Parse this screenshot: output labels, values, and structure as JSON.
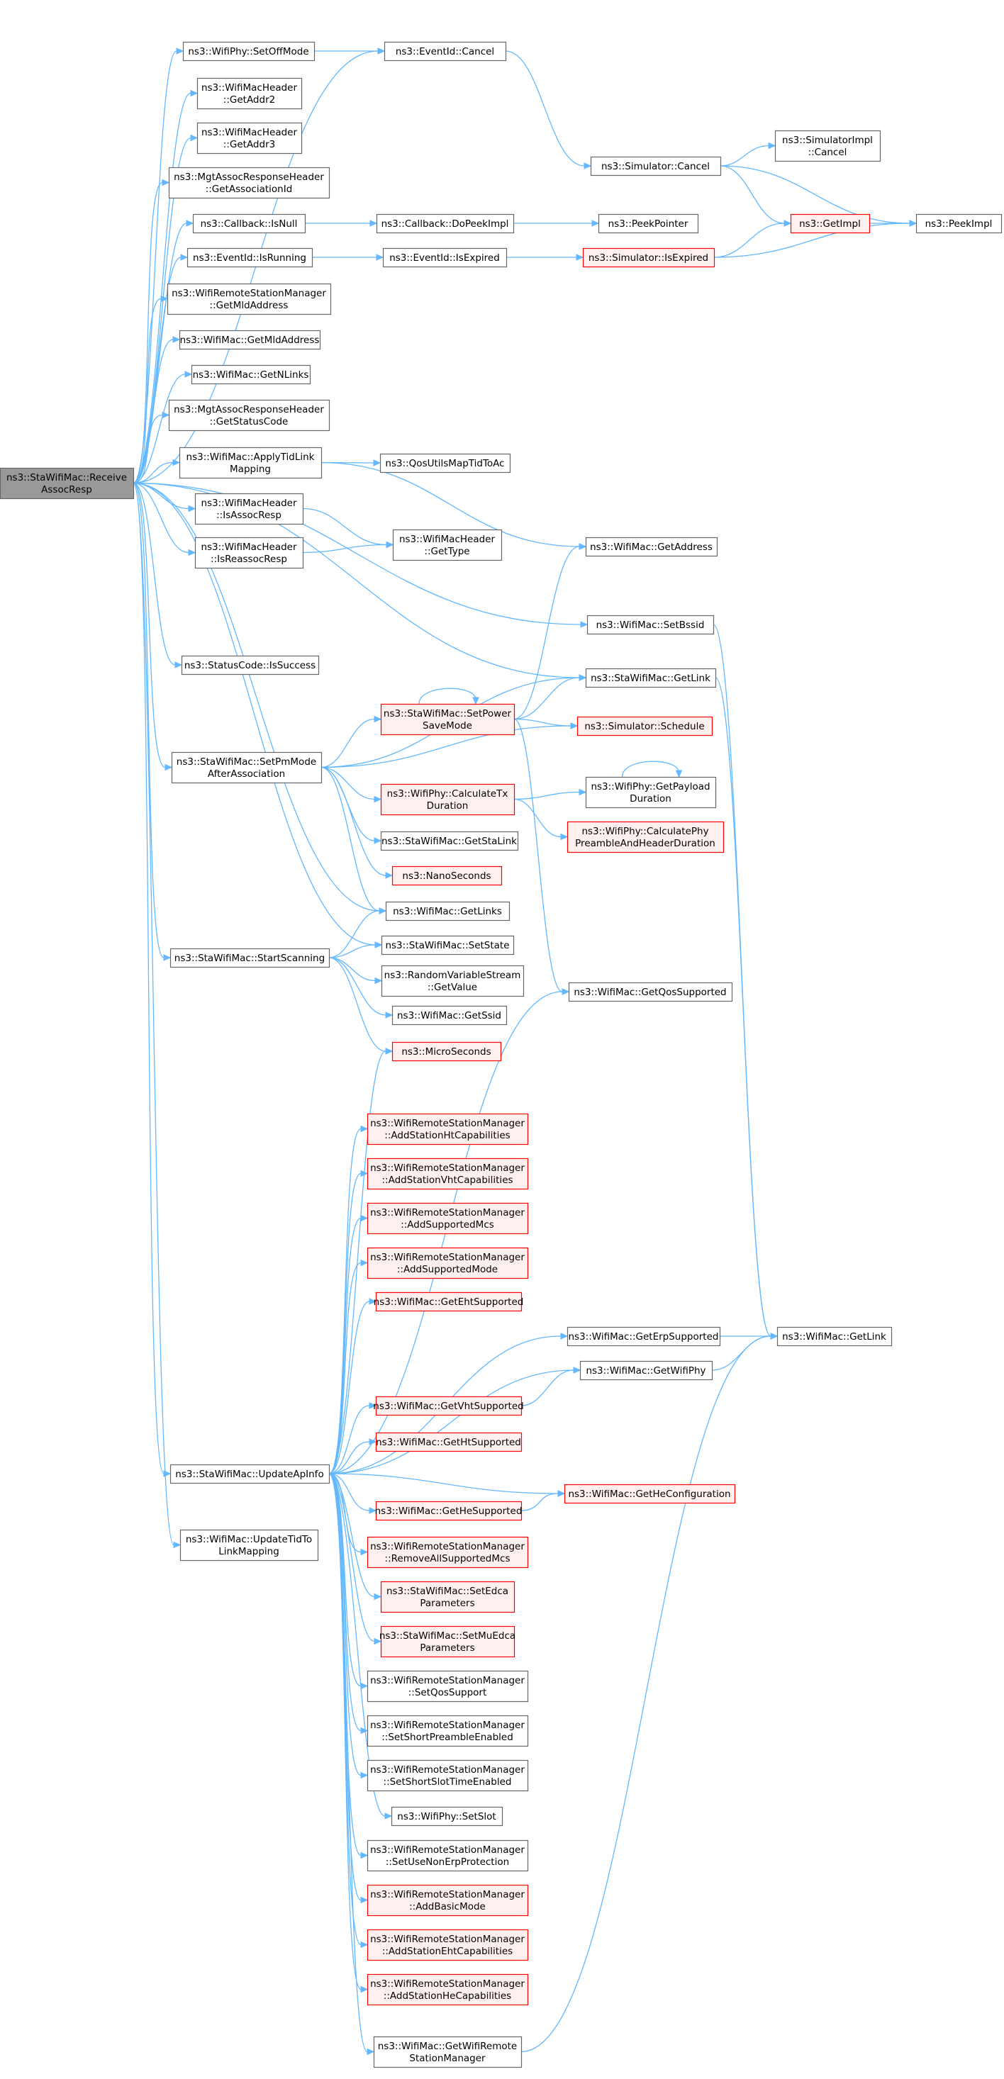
{
  "colors": {
    "edge": "#63b8ff",
    "root_fill": "#999999",
    "root_border": "#666666",
    "normal_fill": "#ffffff",
    "normal_border": "#666666",
    "truncated_fill": "#fff0f0",
    "truncated_border": "#ff0000"
  },
  "nodes": [
    {
      "id": "root",
      "lines": [
        "ns3::StaWifiMac::Receive",
        "AssocResp"
      ],
      "style": "root"
    },
    {
      "id": "phy_setoffmode",
      "lines": [
        "ns3::WifiPhy::SetOffMode"
      ],
      "style": "normal"
    },
    {
      "id": "eventid_cancel",
      "lines": [
        "ns3::EventId::Cancel"
      ],
      "style": "normal"
    },
    {
      "id": "getaddr2",
      "lines": [
        "ns3::WifiMacHeader",
        "::GetAddr2"
      ],
      "style": "normal"
    },
    {
      "id": "getaddr3",
      "lines": [
        "ns3::WifiMacHeader",
        "::GetAddr3"
      ],
      "style": "normal"
    },
    {
      "id": "sim_cancel",
      "lines": [
        "ns3::Simulator::Cancel"
      ],
      "style": "normal"
    },
    {
      "id": "simimpl_cancel",
      "lines": [
        "ns3::SimulatorImpl",
        "::Cancel"
      ],
      "style": "normal"
    },
    {
      "id": "getassocid",
      "lines": [
        "ns3::MgtAssocResponseHeader",
        "::GetAssociationId"
      ],
      "style": "normal"
    },
    {
      "id": "getimpl",
      "lines": [
        "ns3::GetImpl"
      ],
      "style": "truncated"
    },
    {
      "id": "peekimpl",
      "lines": [
        "ns3::PeekImpl"
      ],
      "style": "normal"
    },
    {
      "id": "cb_isnull",
      "lines": [
        "ns3::Callback::IsNull"
      ],
      "style": "normal"
    },
    {
      "id": "cb_dopeekimpl",
      "lines": [
        "ns3::Callback::DoPeekImpl"
      ],
      "style": "normal"
    },
    {
      "id": "peekpointer",
      "lines": [
        "ns3::PeekPointer"
      ],
      "style": "normal"
    },
    {
      "id": "eventid_isrunning",
      "lines": [
        "ns3::EventId::IsRunning"
      ],
      "style": "normal"
    },
    {
      "id": "eventid_isexpired",
      "lines": [
        "ns3::EventId::IsExpired"
      ],
      "style": "normal"
    },
    {
      "id": "sim_isexpired",
      "lines": [
        "ns3::Simulator::IsExpired"
      ],
      "style": "truncated"
    },
    {
      "id": "rsm_getmldaddress",
      "lines": [
        "ns3::WifiRemoteStationManager",
        "::GetMldAddress"
      ],
      "style": "normal"
    },
    {
      "id": "mac_getmldaddress",
      "lines": [
        "ns3::WifiMac::GetMldAddress"
      ],
      "style": "normal"
    },
    {
      "id": "mac_getnlinks",
      "lines": [
        "ns3::WifiMac::GetNLinks"
      ],
      "style": "normal"
    },
    {
      "id": "getstatuscode",
      "lines": [
        "ns3::MgtAssocResponseHeader",
        "::GetStatusCode"
      ],
      "style": "normal"
    },
    {
      "id": "applytidlink",
      "lines": [
        "ns3::WifiMac::ApplyTidLink",
        "Mapping"
      ],
      "style": "normal"
    },
    {
      "id": "qosutils",
      "lines": [
        "ns3::QosUtilsMapTidToAc"
      ],
      "style": "normal"
    },
    {
      "id": "isassocresp",
      "lines": [
        "ns3::WifiMacHeader",
        "::IsAssocResp"
      ],
      "style": "normal"
    },
    {
      "id": "isreassocresp",
      "lines": [
        "ns3::WifiMacHeader",
        "::IsReassocResp"
      ],
      "style": "normal"
    },
    {
      "id": "hdr_gettype",
      "lines": [
        "ns3::WifiMacHeader",
        "::GetType"
      ],
      "style": "normal"
    },
    {
      "id": "mac_getaddress",
      "lines": [
        "ns3::WifiMac::GetAddress"
      ],
      "style": "normal"
    },
    {
      "id": "mac_setbssid",
      "lines": [
        "ns3::WifiMac::SetBssid"
      ],
      "style": "normal"
    },
    {
      "id": "statuscode_issuccess",
      "lines": [
        "ns3::StatusCode::IsSuccess"
      ],
      "style": "normal"
    },
    {
      "id": "sta_getlink",
      "lines": [
        "ns3::StaWifiMac::GetLink"
      ],
      "style": "normal"
    },
    {
      "id": "setpowersavemode",
      "lines": [
        "ns3::StaWifiMac::SetPower",
        "SaveMode"
      ],
      "style": "truncated"
    },
    {
      "id": "sim_schedule",
      "lines": [
        "ns3::Simulator::Schedule"
      ],
      "style": "truncated"
    },
    {
      "id": "setpmmode",
      "lines": [
        "ns3::StaWifiMac::SetPmMode",
        "AfterAssociation"
      ],
      "style": "normal"
    },
    {
      "id": "calctxduration",
      "lines": [
        "ns3::WifiPhy::CalculateTx",
        "Duration"
      ],
      "style": "truncated"
    },
    {
      "id": "getpayloadduration",
      "lines": [
        "ns3::WifiPhy::GetPayload",
        "Duration"
      ],
      "style": "normal"
    },
    {
      "id": "calcphypreamble",
      "lines": [
        "ns3::WifiPhy::CalculatePhy",
        "PreambleAndHeaderDuration"
      ],
      "style": "truncated"
    },
    {
      "id": "sta_getstalink",
      "lines": [
        "ns3::StaWifiMac::GetStaLink"
      ],
      "style": "normal"
    },
    {
      "id": "nanoseconds",
      "lines": [
        "ns3::NanoSeconds"
      ],
      "style": "truncated"
    },
    {
      "id": "mac_getlinks",
      "lines": [
        "ns3::WifiMac::GetLinks"
      ],
      "style": "normal"
    },
    {
      "id": "sta_setstate",
      "lines": [
        "ns3::StaWifiMac::SetState"
      ],
      "style": "normal"
    },
    {
      "id": "startscanning",
      "lines": [
        "ns3::StaWifiMac::StartScanning"
      ],
      "style": "normal"
    },
    {
      "id": "rvs_getvalue",
      "lines": [
        "ns3::RandomVariableStream",
        "::GetValue"
      ],
      "style": "normal"
    },
    {
      "id": "mac_getqossupported",
      "lines": [
        "ns3::WifiMac::GetQosSupported"
      ],
      "style": "normal"
    },
    {
      "id": "mac_getssid",
      "lines": [
        "ns3::WifiMac::GetSsid"
      ],
      "style": "normal"
    },
    {
      "id": "microseconds",
      "lines": [
        "ns3::MicroSeconds"
      ],
      "style": "truncated"
    },
    {
      "id": "rsm_addhtcap",
      "lines": [
        "ns3::WifiRemoteStationManager",
        "::AddStationHtCapabilities"
      ],
      "style": "truncated"
    },
    {
      "id": "rsm_addvhtcap",
      "lines": [
        "ns3::WifiRemoteStationManager",
        "::AddStationVhtCapabilities"
      ],
      "style": "truncated"
    },
    {
      "id": "rsm_addsupportedmcs",
      "lines": [
        "ns3::WifiRemoteStationManager",
        "::AddSupportedMcs"
      ],
      "style": "truncated"
    },
    {
      "id": "rsm_addsupportedmode",
      "lines": [
        "ns3::WifiRemoteStationManager",
        "::AddSupportedMode"
      ],
      "style": "truncated"
    },
    {
      "id": "mac_getehtsupported",
      "lines": [
        "ns3::WifiMac::GetEhtSupported"
      ],
      "style": "truncated"
    },
    {
      "id": "mac_geterpsupported",
      "lines": [
        "ns3::WifiMac::GetErpSupported"
      ],
      "style": "normal"
    },
    {
      "id": "mac_getlink",
      "lines": [
        "ns3::WifiMac::GetLink"
      ],
      "style": "normal"
    },
    {
      "id": "mac_getwifiphy",
      "lines": [
        "ns3::WifiMac::GetWifiPhy"
      ],
      "style": "normal"
    },
    {
      "id": "mac_getvhtsupported",
      "lines": [
        "ns3::WifiMac::GetVhtSupported"
      ],
      "style": "truncated"
    },
    {
      "id": "mac_gethtsupported",
      "lines": [
        "ns3::WifiMac::GetHtSupported"
      ],
      "style": "truncated"
    },
    {
      "id": "updateapinfo",
      "lines": [
        "ns3::StaWifiMac::UpdateApInfo"
      ],
      "style": "normal"
    },
    {
      "id": "mac_gethesupported",
      "lines": [
        "ns3::WifiMac::GetHeSupported"
      ],
      "style": "truncated"
    },
    {
      "id": "mac_getheconfig",
      "lines": [
        "ns3::WifiMac::GetHeConfiguration"
      ],
      "style": "truncated"
    },
    {
      "id": "updatetidtolink",
      "lines": [
        "ns3::WifiMac::UpdateTidTo",
        "LinkMapping"
      ],
      "style": "normal"
    },
    {
      "id": "rsm_removeallmcs",
      "lines": [
        "ns3::WifiRemoteStationManager",
        "::RemoveAllSupportedMcs"
      ],
      "style": "truncated"
    },
    {
      "id": "sta_setedca",
      "lines": [
        "ns3::StaWifiMac::SetEdca",
        "Parameters"
      ],
      "style": "truncated"
    },
    {
      "id": "sta_setmuedca",
      "lines": [
        "ns3::StaWifiMac::SetMuEdca",
        "Parameters"
      ],
      "style": "truncated"
    },
    {
      "id": "rsm_setqossupport",
      "lines": [
        "ns3::WifiRemoteStationManager",
        "::SetQosSupport"
      ],
      "style": "normal"
    },
    {
      "id": "rsm_setshortpreamble",
      "lines": [
        "ns3::WifiRemoteStationManager",
        "::SetShortPreambleEnabled"
      ],
      "style": "normal"
    },
    {
      "id": "rsm_setshortslot",
      "lines": [
        "ns3::WifiRemoteStationManager",
        "::SetShortSlotTimeEnabled"
      ],
      "style": "normal"
    },
    {
      "id": "phy_setslot",
      "lines": [
        "ns3::WifiPhy::SetSlot"
      ],
      "style": "normal"
    },
    {
      "id": "rsm_setusenonerp",
      "lines": [
        "ns3::WifiRemoteStationManager",
        "::SetUseNonErpProtection"
      ],
      "style": "normal"
    },
    {
      "id": "rsm_addbasicmode",
      "lines": [
        "ns3::WifiRemoteStationManager",
        "::AddBasicMode"
      ],
      "style": "truncated"
    },
    {
      "id": "rsm_addehtcap",
      "lines": [
        "ns3::WifiRemoteStationManager",
        "::AddStationEhtCapabilities"
      ],
      "style": "truncated"
    },
    {
      "id": "rsm_addhecap",
      "lines": [
        "ns3::WifiRemoteStationManager",
        "::AddStationHeCapabilities"
      ],
      "style": "truncated"
    },
    {
      "id": "mac_getwifirsm",
      "lines": [
        "ns3::WifiMac::GetWifiRemote",
        "StationManager"
      ],
      "style": "normal"
    }
  ],
  "edges": [
    [
      "root",
      "phy_setoffmode"
    ],
    [
      "root",
      "eventid_cancel"
    ],
    [
      "root",
      "getaddr2"
    ],
    [
      "root",
      "getaddr3"
    ],
    [
      "root",
      "getassocid"
    ],
    [
      "root",
      "cb_isnull"
    ],
    [
      "root",
      "eventid_isrunning"
    ],
    [
      "root",
      "rsm_getmldaddress"
    ],
    [
      "root",
      "mac_getmldaddress"
    ],
    [
      "root",
      "mac_getnlinks"
    ],
    [
      "root",
      "getstatuscode"
    ],
    [
      "root",
      "applytidlink"
    ],
    [
      "root",
      "isassocresp"
    ],
    [
      "root",
      "isreassocresp"
    ],
    [
      "root",
      "mac_setbssid"
    ],
    [
      "root",
      "statuscode_issuccess"
    ],
    [
      "root",
      "sta_getlink"
    ],
    [
      "root",
      "setpmmode"
    ],
    [
      "root",
      "mac_getlinks"
    ],
    [
      "root",
      "sta_setstate"
    ],
    [
      "root",
      "startscanning"
    ],
    [
      "root",
      "updateapinfo"
    ],
    [
      "root",
      "updatetidtolink"
    ],
    [
      "phy_setoffmode",
      "eventid_cancel"
    ],
    [
      "eventid_cancel",
      "sim_cancel"
    ],
    [
      "sim_cancel",
      "simimpl_cancel"
    ],
    [
      "sim_cancel",
      "getimpl"
    ],
    [
      "sim_cancel",
      "peekimpl"
    ],
    [
      "getimpl",
      "peekimpl"
    ],
    [
      "cb_isnull",
      "cb_dopeekimpl"
    ],
    [
      "cb_dopeekimpl",
      "peekpointer"
    ],
    [
      "eventid_isrunning",
      "eventid_isexpired"
    ],
    [
      "eventid_isexpired",
      "sim_isexpired"
    ],
    [
      "sim_isexpired",
      "getimpl"
    ],
    [
      "sim_isexpired",
      "peekimpl"
    ],
    [
      "applytidlink",
      "qosutils"
    ],
    [
      "applytidlink",
      "mac_getaddress"
    ],
    [
      "isassocresp",
      "hdr_gettype"
    ],
    [
      "isreassocresp",
      "hdr_gettype"
    ],
    [
      "mac_setbssid",
      "mac_getlink"
    ],
    [
      "sta_getlink",
      "mac_getlink"
    ],
    [
      "setpmmode",
      "setpowersavemode"
    ],
    [
      "setpmmode",
      "sta_getlink"
    ],
    [
      "setpmmode",
      "sim_schedule"
    ],
    [
      "setpmmode",
      "calctxduration"
    ],
    [
      "setpmmode",
      "sta_getstalink"
    ],
    [
      "setpmmode",
      "nanoseconds"
    ],
    [
      "setpmmode",
      "mac_getlinks"
    ],
    [
      "setpowersavemode",
      "setpowersavemode"
    ],
    [
      "setpowersavemode",
      "mac_getaddress"
    ],
    [
      "setpowersavemode",
      "sta_getlink"
    ],
    [
      "setpowersavemode",
      "sim_schedule"
    ],
    [
      "setpowersavemode",
      "mac_getqossupported"
    ],
    [
      "calctxduration",
      "getpayloadduration"
    ],
    [
      "calctxduration",
      "calcphypreamble"
    ],
    [
      "getpayloadduration",
      "getpayloadduration"
    ],
    [
      "startscanning",
      "mac_getlinks"
    ],
    [
      "startscanning",
      "sta_setstate"
    ],
    [
      "startscanning",
      "rvs_getvalue"
    ],
    [
      "startscanning",
      "mac_getssid"
    ],
    [
      "startscanning",
      "microseconds"
    ],
    [
      "updateapinfo",
      "microseconds"
    ],
    [
      "updateapinfo",
      "mac_getqossupported"
    ],
    [
      "updateapinfo",
      "rsm_addhtcap"
    ],
    [
      "updateapinfo",
      "rsm_addvhtcap"
    ],
    [
      "updateapinfo",
      "rsm_addsupportedmcs"
    ],
    [
      "updateapinfo",
      "rsm_addsupportedmode"
    ],
    [
      "updateapinfo",
      "mac_getehtsupported"
    ],
    [
      "updateapinfo",
      "mac_geterpsupported"
    ],
    [
      "updateapinfo",
      "mac_getwifiphy"
    ],
    [
      "updateapinfo",
      "mac_getvhtsupported"
    ],
    [
      "updateapinfo",
      "mac_gethtsupported"
    ],
    [
      "updateapinfo",
      "mac_getheconfig"
    ],
    [
      "updateapinfo",
      "mac_gethesupported"
    ],
    [
      "updateapinfo",
      "rsm_removeallmcs"
    ],
    [
      "updateapinfo",
      "sta_setedca"
    ],
    [
      "updateapinfo",
      "sta_setmuedca"
    ],
    [
      "updateapinfo",
      "rsm_setqossupport"
    ],
    [
      "updateapinfo",
      "rsm_setshortpreamble"
    ],
    [
      "updateapinfo",
      "rsm_setshortslot"
    ],
    [
      "updateapinfo",
      "phy_setslot"
    ],
    [
      "updateapinfo",
      "rsm_setusenonerp"
    ],
    [
      "updateapinfo",
      "rsm_addbasicmode"
    ],
    [
      "updateapinfo",
      "rsm_addehtcap"
    ],
    [
      "updateapinfo",
      "rsm_addhecap"
    ],
    [
      "updateapinfo",
      "mac_getwifirsm"
    ],
    [
      "mac_geterpsupported",
      "mac_getlink"
    ],
    [
      "mac_getwifiphy",
      "mac_getlink"
    ],
    [
      "mac_gethesupported",
      "mac_getheconfig"
    ],
    [
      "mac_getvhtsupported",
      "mac_getwifiphy"
    ],
    [
      "mac_getwifirsm",
      "mac_getlink"
    ]
  ]
}
